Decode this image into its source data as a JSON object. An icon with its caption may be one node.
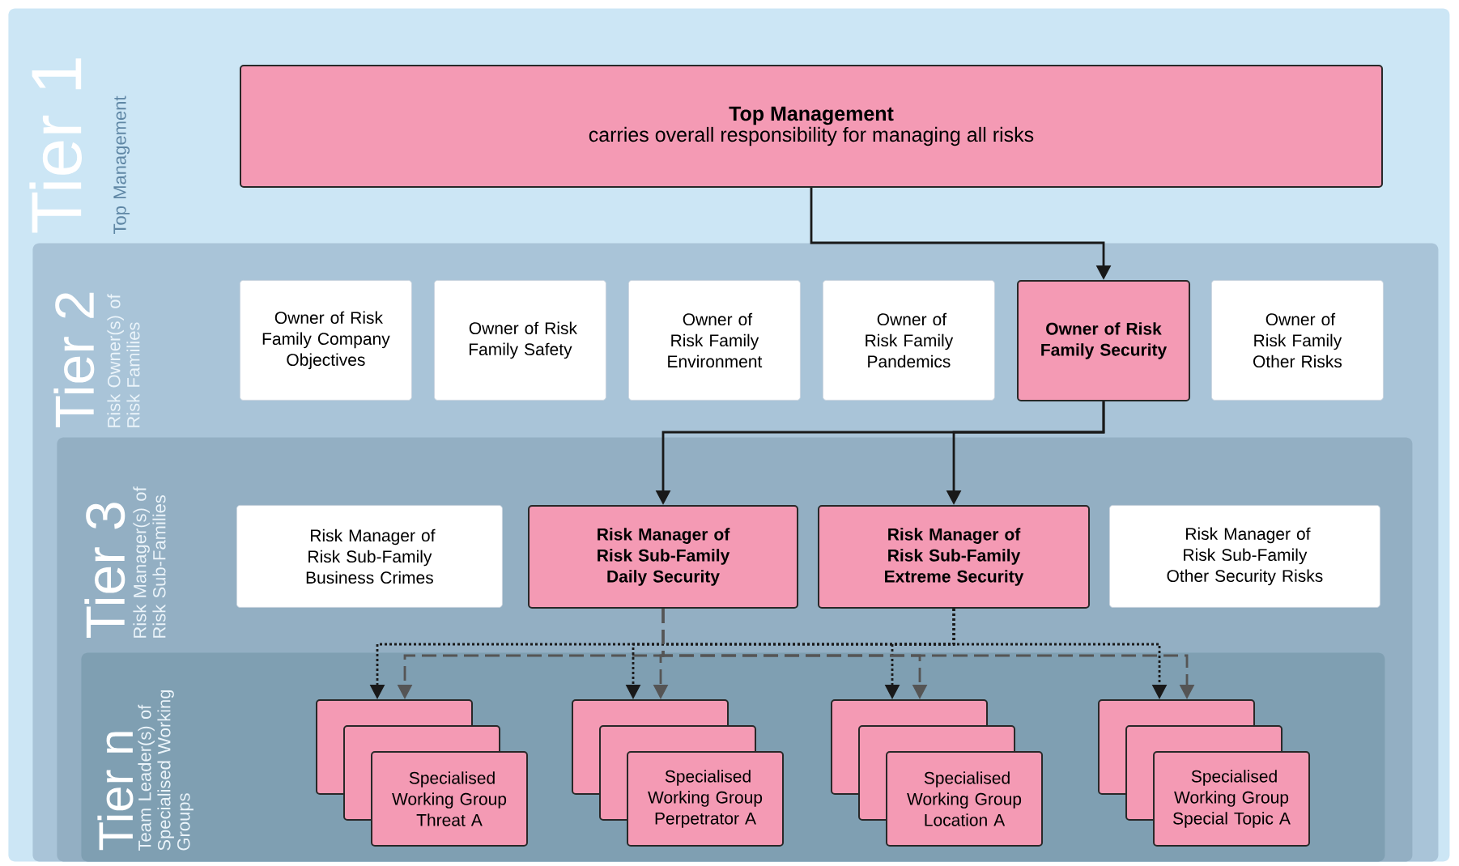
{
  "diagram": {
    "nodes": [
      {
        "text": [
          "Tier 1",
          "Top Management"
        ]
      },
      {
        "text": [
          "Top Management",
          "carries overall responsibility for managing all risks"
        ],
        "in": 0
      },
      {
        "text": [
          "Tier 2",
          "Risk Owner(s) of Risk Families"
        ],
        "in": 0
      },
      {
        "text": [
          "Owner of Risk Family Company Objectives"
        ],
        "in": 2
      },
      {
        "text": [
          "Owner of Risk Family Safety"
        ],
        "in": 2
      },
      {
        "text": [
          "Owner of Risk Family Environment"
        ],
        "in": 2
      },
      {
        "text": [
          "Owner of Risk Family Pandemics"
        ],
        "in": 2
      },
      {
        "text": [
          "Owner of Risk Family Security"
        ],
        "in": 2
      },
      {
        "text": [
          "Owner of Risk Family Other Risks"
        ],
        "in": 2
      },
      {
        "text": [
          "Tier 3",
          "Risk Manager(s) of Risk Sub-Families"
        ],
        "in": 2
      },
      {
        "text": [
          "Risk Manager of Risk Sub-Family Business Crimes"
        ],
        "in": 9
      },
      {
        "text": [
          "Risk Manager of Risk Sub-Family Daily Security"
        ],
        "in": 9
      },
      {
        "text": [
          "Risk Manager of Risk Sub-Family Extreme Security"
        ],
        "in": 9
      },
      {
        "text": [
          "Risk Manager of Risk Sub-Family Other Security Risks"
        ],
        "in": 9
      },
      {
        "text": [
          "Tier n",
          "Team Leader(s) of Specialised Working Groups"
        ],
        "in": 9
      },
      {
        "text": [],
        "shape": "box",
        "in": 14
      },
      {
        "text": [],
        "shape": "box",
        "in": 14
      },
      {
        "text": [
          "Specialised Working Group Threat A"
        ],
        "in": 14
      },
      {
        "text": [],
        "shape": "box",
        "in": 14
      },
      {
        "text": [],
        "shape": "box",
        "in": 14
      },
      {
        "text": [
          "Specialised Working Group Perpetrator A"
        ],
        "in": 14
      },
      {
        "text": [],
        "shape": "box",
        "in": 14
      },
      {
        "text": [],
        "shape": "box",
        "in": 14
      },
      {
        "text": [
          "Specialised Working Group Location A"
        ],
        "in": 14
      },
      {
        "text": [],
        "shape": "box",
        "in": 14
      },
      {
        "text": [],
        "shape": "box",
        "in": 14
      },
      {
        "text": [
          "Specialised Working Group Special Topic A"
        ],
        "in": 14
      }
    ],
    "edges": [
      {
        "from": 1,
        "to": 7,
        "arrow": "to"
      },
      {
        "from": 7,
        "to": 11,
        "arrow": "to"
      },
      {
        "from": 7,
        "to": 12,
        "arrow": "to"
      },
      {
        "from": 12,
        "to": 15,
        "arrow": "to",
        "style": "dashed"
      },
      {
        "from": 11,
        "to": 15,
        "arrow": "to",
        "style": "dashed",
        "color": "#555555"
      },
      {
        "from": 12,
        "to": 18,
        "arrow": "to",
        "style": "dashed"
      },
      {
        "from": 11,
        "to": 18,
        "arrow": "to",
        "style": "dashed",
        "color": "#555555"
      },
      {
        "from": 12,
        "to": 21,
        "arrow": "to",
        "style": "dashed"
      },
      {
        "from": 11,
        "to": 21,
        "arrow": "to",
        "style": "dashed",
        "color": "#555555"
      },
      {
        "from": 12,
        "to": 24,
        "arrow": "to",
        "style": "dashed"
      },
      {
        "from": 11,
        "to": 24,
        "arrow": "to",
        "style": "dashed",
        "color": "#555555"
      }
    ]
  }
}
